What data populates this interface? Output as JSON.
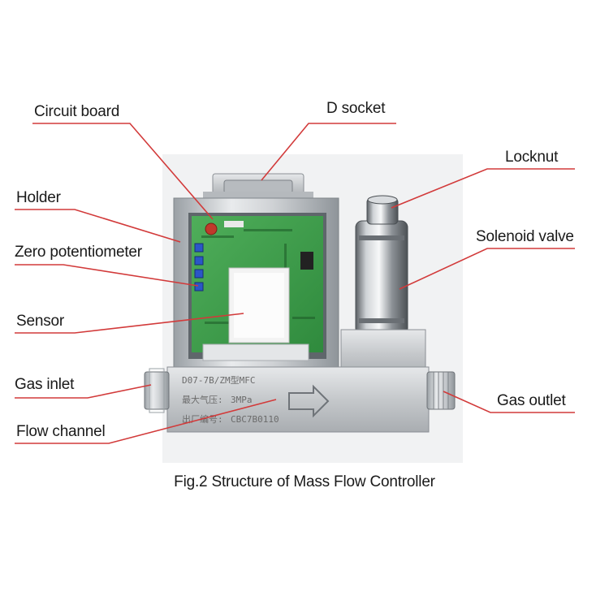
{
  "labels": {
    "circuit_board": "Circuit board",
    "d_socket": "D socket",
    "locknut": "Locknut",
    "holder": "Holder",
    "solenoid_valve": "Solenoid valve",
    "zero_potentiometer": "Zero potentiometer",
    "sensor": "Sensor",
    "gas_inlet": "Gas inlet",
    "gas_outlet": "Gas outlet",
    "flow_channel": "Flow channel"
  },
  "nameplate": {
    "model": "D07-7B/ZM型MFC",
    "max_pressure_label": "最大气压:",
    "max_pressure_value": "3MPa",
    "serial_label": "出厂编号:",
    "serial_value": "CBC7B0110"
  },
  "caption": "Fig.2 Structure of Mass Flow Controller",
  "colors": {
    "leader_line": "#d23a3a",
    "pcb": "#3c9a4a",
    "metal": "#c9cbcd"
  }
}
